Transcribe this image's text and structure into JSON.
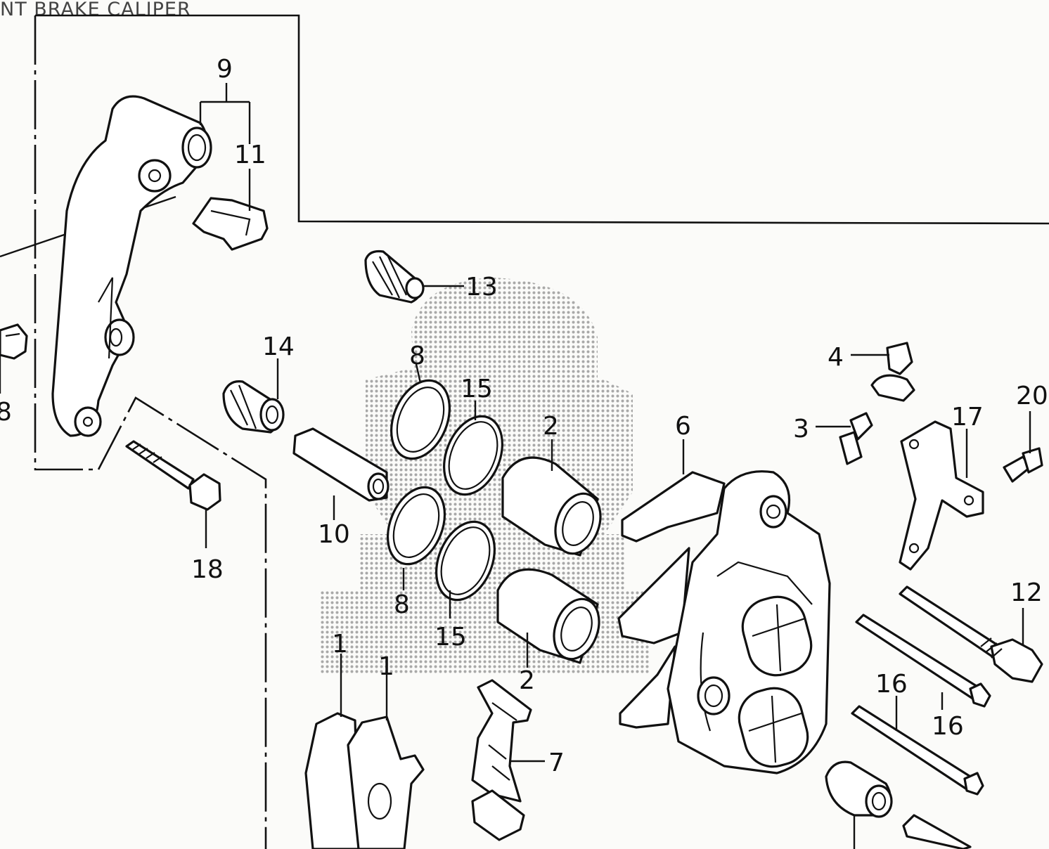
{
  "title": "NT BRAKE CALIPER",
  "watermark_color": "#9a9a9a",
  "callouts": [
    {
      "id": "c9",
      "text": "9"
    },
    {
      "id": "c11",
      "text": "11"
    },
    {
      "id": "c13",
      "text": "13"
    },
    {
      "id": "c14",
      "text": "14"
    },
    {
      "id": "c8a",
      "text": "8"
    },
    {
      "id": "c15a",
      "text": "15"
    },
    {
      "id": "c2a",
      "text": "2"
    },
    {
      "id": "c6",
      "text": "6"
    },
    {
      "id": "c4",
      "text": "4"
    },
    {
      "id": "c3",
      "text": "3"
    },
    {
      "id": "c17",
      "text": "17"
    },
    {
      "id": "c20",
      "text": "20"
    },
    {
      "id": "c10",
      "text": "10"
    },
    {
      "id": "c18",
      "text": "18"
    },
    {
      "id": "c8b",
      "text": "8"
    },
    {
      "id": "c15b",
      "text": "15"
    },
    {
      "id": "c2b",
      "text": "2"
    },
    {
      "id": "c1a",
      "text": "1"
    },
    {
      "id": "c1b",
      "text": "1"
    },
    {
      "id": "c7",
      "text": "7"
    },
    {
      "id": "c12",
      "text": "12"
    },
    {
      "id": "c16a",
      "text": "16"
    },
    {
      "id": "c16b",
      "text": "16"
    },
    {
      "id": "c8c",
      "text": "8"
    }
  ]
}
